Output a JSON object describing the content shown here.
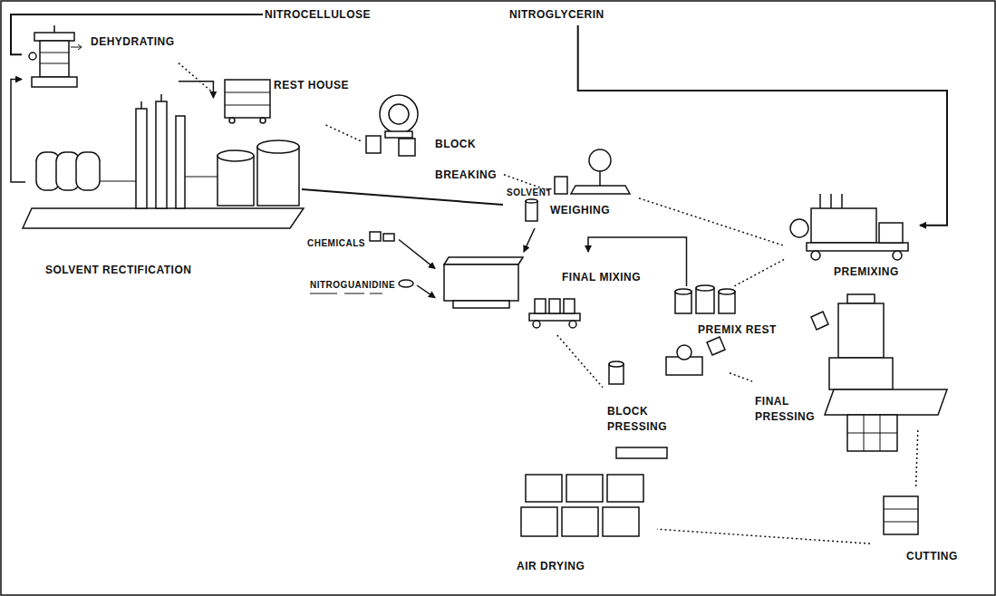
{
  "diagram": {
    "nodes": [
      {
        "text": [
          "NITROCELLULOSE"
        ]
      },
      {
        "text": [
          "NITROGLYCERIN"
        ]
      },
      {
        "text": [
          "DEHYDRATING"
        ]
      },
      {
        "text": [
          "REST HOUSE"
        ]
      },
      {
        "text": [
          "BLOCK BREAKING"
        ]
      },
      {
        "text": [
          "WEIGHING"
        ]
      },
      {
        "text": [
          "PREMIXING"
        ]
      },
      {
        "text": [
          "SOLVENT RECTIFICATION"
        ]
      },
      {
        "text": [
          "SOLVENT"
        ]
      },
      {
        "text": [
          "PREMIX REST"
        ]
      },
      {
        "text": [
          "CHEMICALS"
        ]
      },
      {
        "text": [
          "NITROGUANIDINE"
        ]
      },
      {
        "text": [
          "FINAL MIXING"
        ]
      },
      {
        "text": [
          "BLOCK PRESSING"
        ]
      },
      {
        "text": [
          "FINAL PRESSING"
        ]
      },
      {
        "text": [
          "AIR DRYING"
        ]
      },
      {
        "text": [
          "CUTTING"
        ]
      }
    ],
    "edges": [
      {
        "from": 0,
        "to": 2,
        "arrow": "none"
      },
      {
        "from": 7,
        "to": 2,
        "arrow": "to"
      },
      {
        "from": 2,
        "to": 7,
        "arrow": "to"
      },
      {
        "from": 2,
        "to": 3,
        "arrow": "none"
      },
      {
        "from": 3,
        "to": 4,
        "arrow": "none"
      },
      {
        "from": 4,
        "to": 5,
        "arrow": "none"
      },
      {
        "from": 5,
        "to": 6,
        "arrow": "none"
      },
      {
        "from": 1,
        "to": 6,
        "arrow": "to"
      },
      {
        "from": 6,
        "to": 9,
        "arrow": "none"
      },
      {
        "from": 9,
        "to": 12,
        "arrow": "to"
      },
      {
        "from": 8,
        "to": 12,
        "arrow": "to"
      },
      {
        "from": 10,
        "to": 12,
        "arrow": "to"
      },
      {
        "from": 11,
        "to": 12,
        "arrow": "to"
      },
      {
        "from": 7,
        "to": 8,
        "arrow": "none"
      },
      {
        "from": 12,
        "to": 13,
        "arrow": "none"
      },
      {
        "from": 13,
        "to": 14,
        "arrow": "none"
      },
      {
        "from": 14,
        "to": 16,
        "arrow": "none"
      },
      {
        "from": 16,
        "to": 15,
        "arrow": "none"
      }
    ]
  }
}
